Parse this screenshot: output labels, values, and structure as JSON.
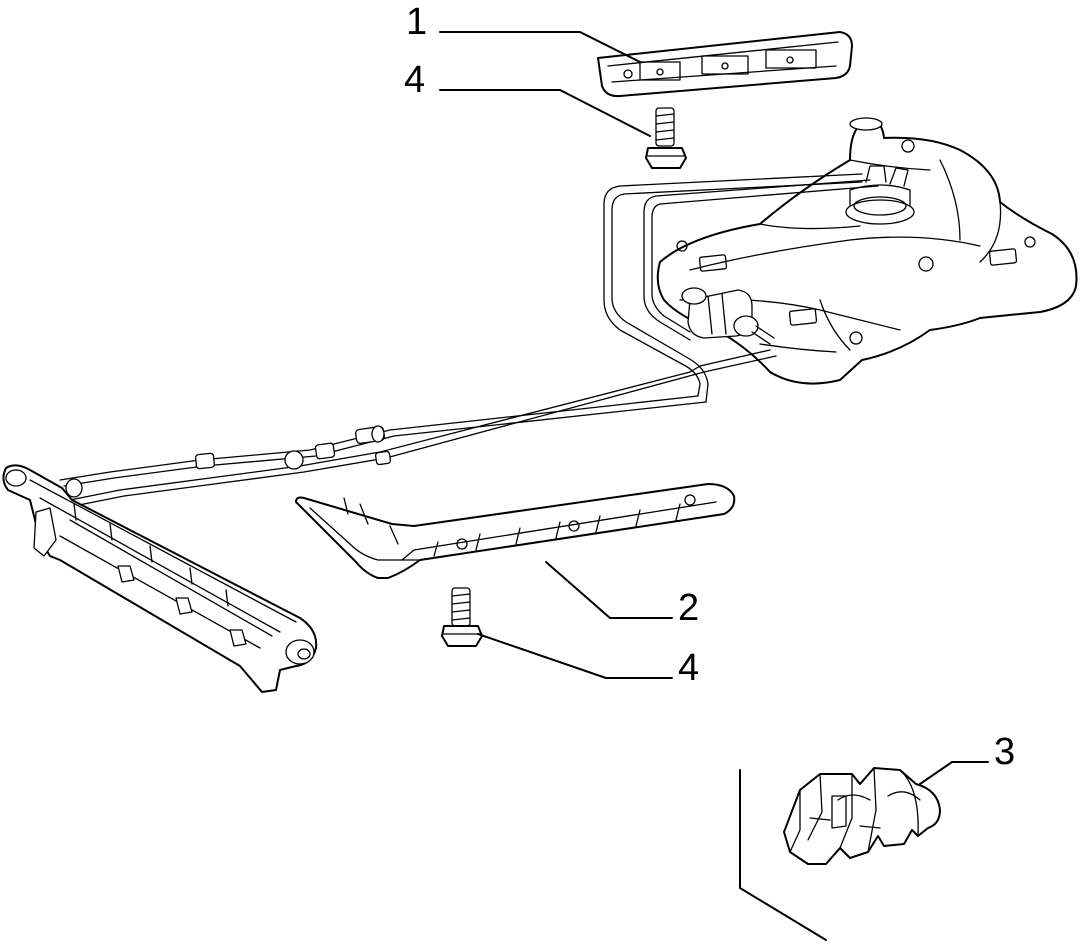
{
  "callouts": {
    "c1": "1",
    "c4_top": "4",
    "c2": "2",
    "c4_bottom": "4",
    "c3": "3"
  },
  "colors": {
    "line": "#000000",
    "background": "#ffffff"
  }
}
